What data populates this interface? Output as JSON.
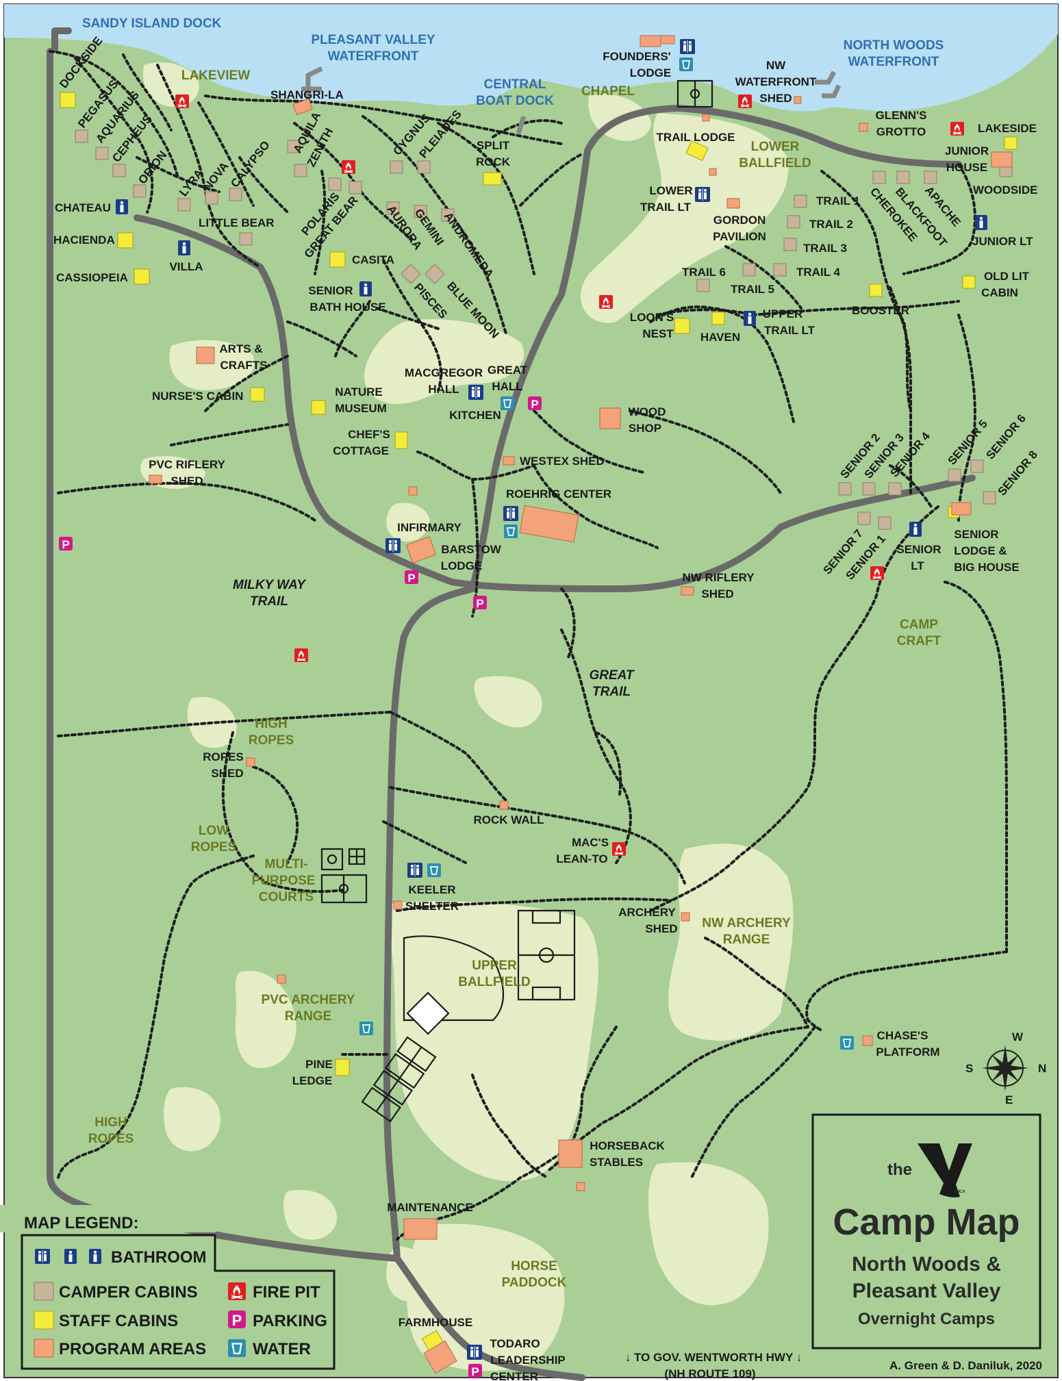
{
  "labels": {
    "water": {
      "sandy_island_dock": "SANDY ISLAND DOCK",
      "pleasant_valley_waterfront_1": "PLEASANT VALLEY",
      "pleasant_valley_waterfront_2": "WATERFRONT",
      "central_boat_dock_1": "CENTRAL",
      "central_boat_dock_2": "BOAT DOCK",
      "north_woods_waterfront_1": "NORTH WOODS",
      "north_woods_waterfront_2": "WATERFRONT"
    },
    "areas": {
      "lakeview": "LAKEVIEW",
      "chapel": "CHAPEL",
      "lower_ballfield_1": "LOWER",
      "lower_ballfield_2": "BALLFIELD",
      "camp_craft_1": "CAMP",
      "camp_craft_2": "CRAFT",
      "high_ropes_1a": "HIGH",
      "high_ropes_1b": "ROPES",
      "low_ropes_1": "LOW",
      "low_ropes_2": "ROPES",
      "multipurpose_1": "MULTI-",
      "multipurpose_2": "PURPOSE",
      "multipurpose_3": "COURTS",
      "upper_ballfield_1": "UPPER",
      "upper_ballfield_2": "BALLFIELD",
      "nw_archery_range_1": "NW ARCHERY",
      "nw_archery_range_2": "RANGE",
      "pvc_archery_range_1": "PVC ARCHERY",
      "pvc_archery_range_2": "RANGE",
      "high_ropes_2a": "HIGH",
      "high_ropes_2b": "ROPES",
      "horse_paddock_1": "HORSE",
      "horse_paddock_2": "PADDOCK"
    },
    "trails": {
      "milky_way_1": "MILKY WAY",
      "milky_way_2": "TRAIL",
      "great_trail_1": "GREAT",
      "great_trail_2": "TRAIL"
    },
    "places": {
      "dockside": "DOCKSIDE",
      "pegasus": "PEGASUS",
      "aquarius": "AQUARIUS",
      "cepheus": "CEPHEUS",
      "orion": "ORION",
      "lyra": "LYRA",
      "nova": "NOVA",
      "calypso": "CALYPSO",
      "shangri_la": "SHANGRI-LA",
      "aquila": "AQUILA",
      "zenith": "ZENITH",
      "cygnus": "CYGNUS",
      "pleiades": "PLEIADES",
      "split_rock_1": "SPLIT",
      "split_rock_2": "ROCK",
      "founders_lodge_1": "FOUNDERS'",
      "founders_lodge_2": "LODGE",
      "nw_waterfront_shed_1": "NW",
      "nw_waterfront_shed_2": "WATERFRONT",
      "nw_waterfront_shed_3": "SHED",
      "glenns_grotto_1": "GLENN'S",
      "glenns_grotto_2": "GROTTO",
      "lakeside": "LAKESIDE",
      "junior_house_1": "JUNIOR",
      "junior_house_2": "HOUSE",
      "woodside": "WOODSIDE",
      "trail_lodge": "TRAIL LODGE",
      "chateau": "CHATEAU",
      "little_bear": "LITTLE BEAR",
      "polaris": "POLARIS",
      "great_bear": "GREAT BEAR",
      "aurora": "AURORA",
      "gemini": "GEMINI",
      "andromeda": "ANDROMEDA",
      "lower_trail_lt_1": "LOWER",
      "lower_trail_lt_2": "TRAIL LT",
      "gordon_pavilion_1": "GORDON",
      "gordon_pavilion_2": "PAVILION",
      "trail_1": "TRAIL 1",
      "trail_2": "TRAIL 2",
      "trail_3": "TRAIL 3",
      "trail_4": "TRAIL 4",
      "trail_5": "TRAIL 5",
      "trail_6": "TRAIL 6",
      "cherokee": "CHEROKEE",
      "blackfoot": "BLACKFOOT",
      "apache": "APACHE",
      "junior_lt": "JUNIOR LT",
      "hacienda": "HACIENDA",
      "villa": "VILLA",
      "cassiopeia": "CASSIOPEIA",
      "casita": "CASITA",
      "pisces": "PISCES",
      "blue_moon": "BLUE MOON",
      "old_lit_cabin_1": "OLD LIT",
      "old_lit_cabin_2": "CABIN",
      "booster": "BOOSTER",
      "senior_bath_house_1": "SENIOR",
      "senior_bath_house_2": "BATH HOUSE",
      "loons_nest_1": "LOON'S",
      "loons_nest_2": "NEST",
      "haven": "HAVEN",
      "upper_trail_lt_1": "UPPER",
      "upper_trail_lt_2": "TRAIL LT",
      "arts_crafts_1": "ARTS &",
      "arts_crafts_2": "CRAFTS",
      "macgregor_hall_1": "MACGREGOR",
      "macgregor_hall_2": "HALL",
      "great_hall_1": "GREAT",
      "great_hall_2": "HALL",
      "nurses_cabin": "NURSE'S CABIN",
      "nature_museum_1": "NATURE",
      "nature_museum_2": "MUSEUM",
      "kitchen": "KITCHEN",
      "wood_shop_1": "WOOD",
      "wood_shop_2": "SHOP",
      "chefs_cottage_1": "CHEF'S",
      "chefs_cottage_2": "COTTAGE",
      "westex_shed": "WESTEX SHED",
      "pvc_riflery_shed_1": "PVC RIFLERY",
      "pvc_riflery_shed_2": "SHED",
      "senior_2": "SENIOR 2",
      "senior_3": "SENIOR 3",
      "senior_4": "SENIOR 4",
      "senior_5": "SENIOR 5",
      "senior_6": "SENIOR 6",
      "senior_8": "SENIOR 8",
      "senior_7": "SENIOR 7",
      "senior_1": "SENIOR 1",
      "roehrig_center": "ROEHRIG CENTER",
      "infirmary": "INFIRMARY",
      "barstow_lodge_1": "BARSTOW",
      "barstow_lodge_2": "LODGE",
      "senior_lt_1": "SENIOR",
      "senior_lt_2": "LT",
      "senior_lodge_1": "SENIOR",
      "senior_lodge_2": "LODGE &",
      "senior_lodge_3": "BIG HOUSE",
      "nw_riflery_shed_1": "NW RIFLERY",
      "nw_riflery_shed_2": "SHED",
      "ropes_shed_1": "ROPES",
      "ropes_shed_2": "SHED",
      "rock_wall": "ROCK WALL",
      "macs_leanto_1": "MAC'S",
      "macs_leanto_2": "LEAN-TO",
      "keeler_shelter_1": "KEELER",
      "keeler_shelter_2": "SHELTER",
      "archery_shed_1": "ARCHERY",
      "archery_shed_2": "SHED",
      "chases_platform_1": "CHASE'S",
      "chases_platform_2": "PLATFORM",
      "pine_ledge_1": "PINE",
      "pine_ledge_2": "LEDGE",
      "horseback_stables_1": "HORSEBACK",
      "horseback_stables_2": "STABLES",
      "maintenance": "MAINTENANCE",
      "farmhouse": "FARMHOUSE",
      "todaro_1": "TODARO",
      "todaro_2": "LEADERSHIP",
      "todaro_3": "CENTER",
      "to_hwy_1": "↓  TO GOV. WENTWORTH HWY  ↓",
      "to_hwy_2": "(NH ROUTE 109)"
    }
  },
  "legend": {
    "title": "MAP LEGEND:",
    "bathroom": "BATHROOM",
    "camper_cabins": "CAMPER CABINS",
    "staff_cabins": "STAFF CABINS",
    "program_areas": "PROGRAM AREAS",
    "fire_pit": "FIRE PIT",
    "parking": "PARKING",
    "water": "WATER",
    "parking_glyph": "P"
  },
  "title_block": {
    "the": "the",
    "ymca": "YMCA",
    "camp_map": "Camp Map",
    "subtitle_1": "North Woods &",
    "subtitle_2": "Pleasant Valley",
    "subtitle_3": "Overnight Camps"
  },
  "compass": {
    "n": "N",
    "s": "S",
    "e": "E",
    "w": "W"
  },
  "credit": "A. Green & D. Daniluk, 2020",
  "colors": {
    "lake": "#b9dff4",
    "forest": "#a9cf96",
    "clearing": "#e4edc5",
    "camper_cabin": "#c8b49a",
    "staff_cabin": "#f4ec3a",
    "program_area": "#f4a27a",
    "bathroom": "#1b3d87",
    "water": "#2a8fb0",
    "fire_pit": "#e02020",
    "parking": "#d11a8a"
  }
}
